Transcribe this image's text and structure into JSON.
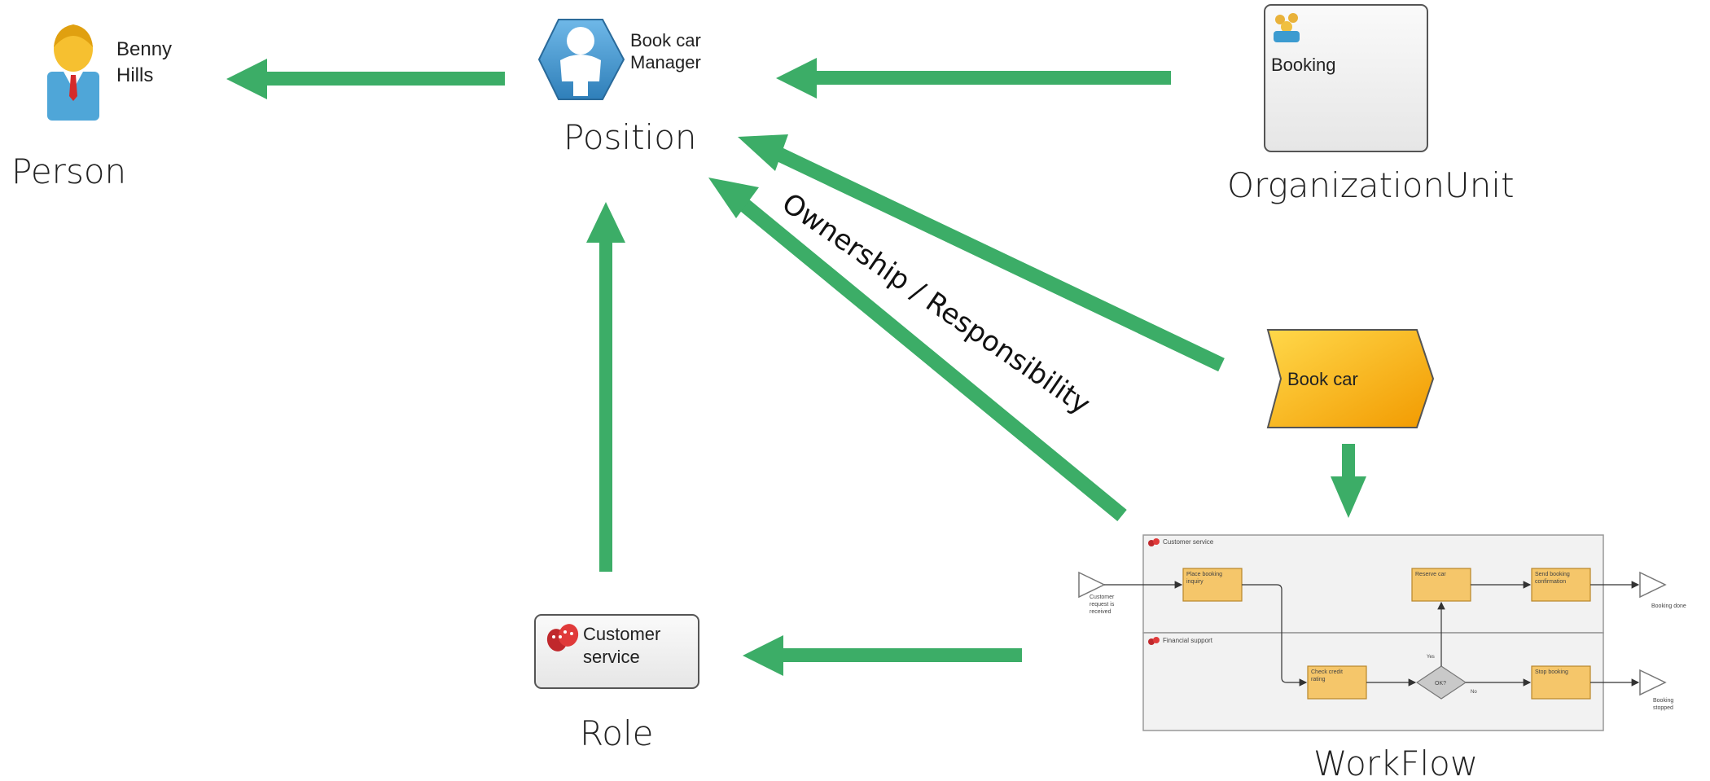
{
  "colors": {
    "arrow": "#3cad67",
    "position_hex": "#4a9bd6",
    "process_chevron": "#f7b500",
    "task_fill": "#f5c66a",
    "lane_bg": "#f3f3f3"
  },
  "person": {
    "name": "Benny Hills",
    "name_line1": "Benny",
    "name_line2": "Hills",
    "caption": "Person",
    "icon": "person-icon"
  },
  "position": {
    "name_line1": "Book car",
    "name_line2": "Manager",
    "caption": "Position",
    "icon": "position-hexagon-icon"
  },
  "org_unit": {
    "name": "Booking",
    "caption": "OrganizationUnit",
    "icon": "group-icon"
  },
  "process": {
    "name": "Book car"
  },
  "role": {
    "name_line1": "Customer",
    "name_line2": "service",
    "caption": "Role",
    "icon": "theater-masks-icon"
  },
  "relation_label": "Ownership / Responsibility",
  "workflow": {
    "caption": "WorkFlow",
    "lanes": [
      "Customer service",
      "Financial support"
    ],
    "start_event": "Customer request is received",
    "start_event_lines": [
      "Customer",
      "request is",
      "received"
    ],
    "tasks": {
      "place_booking": [
        "Place booking",
        "inquiry"
      ],
      "reserve_car": [
        "Reserve car"
      ],
      "send_confirmation": [
        "Send booking",
        "confirmation"
      ],
      "check_credit": [
        "Check credit",
        "rating"
      ],
      "stop_booking": [
        "Stop booking"
      ]
    },
    "gateway": "OK?",
    "yes_label": "Yes",
    "no_label": "No",
    "end_done": "Booking done",
    "end_stopped_lines": [
      "Booking",
      "stopped"
    ]
  }
}
